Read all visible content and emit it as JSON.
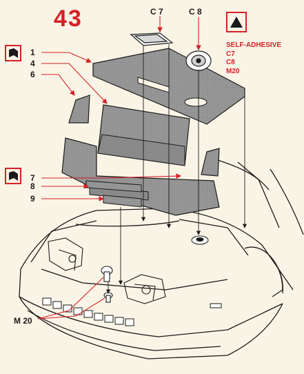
{
  "page_number": "43",
  "top_callouts": {
    "c7": "C 7",
    "c8": "C 8"
  },
  "legend": {
    "lines": [
      "SELF-ADHESIVE",
      "C7",
      "C8",
      "M20"
    ]
  },
  "callouts": {
    "n1": "1",
    "n4": "4",
    "n6": "6",
    "n7": "7",
    "n8": "8",
    "n9": "9",
    "m20": "M 20"
  },
  "colors": {
    "accent": "#d42027",
    "ink": "#1a1a1a",
    "insulation": "#8d8d8d",
    "paper": "#faf4e6"
  },
  "icons": [
    "warning-triangle-icon",
    "adhesive-symbol-icon"
  ]
}
